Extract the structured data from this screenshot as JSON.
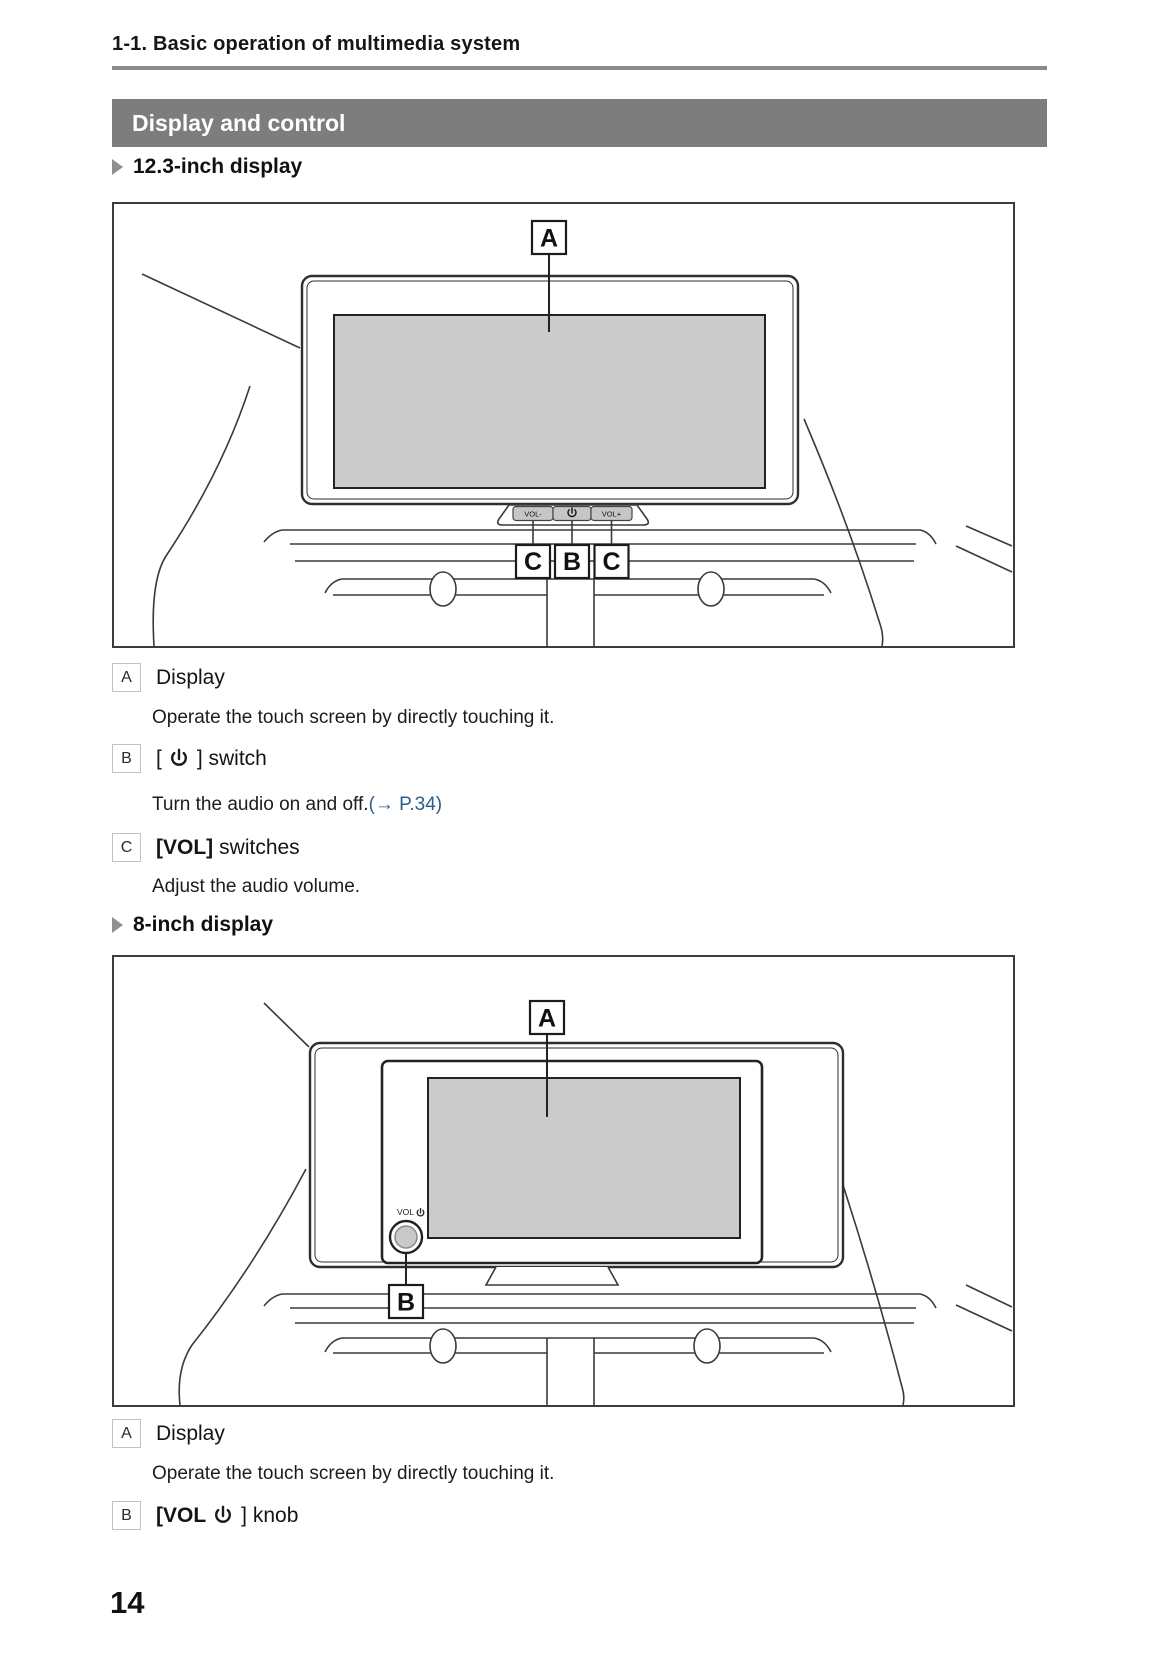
{
  "page": {
    "header": "1-1. Basic operation of multimedia system",
    "page_number": "14"
  },
  "banner": {
    "title": "Display and control"
  },
  "colors": {
    "banner_gray": "#7d7d7d",
    "link_blue": "#2b5e8c",
    "screen_gray": "#cbcbcb"
  },
  "section12": {
    "heading": "12.3-inch display",
    "figure": {
      "callout_top": "A",
      "callout_left": "C",
      "callout_center": "B",
      "callout_right": "C",
      "btn_vol_minus": "VOL-",
      "btn_vol_plus": "VOL+"
    },
    "item_a": {
      "label": "A",
      "title": "Display",
      "desc": "Operate the touch screen by directly touching it."
    },
    "item_b": {
      "label": "B",
      "bracket_open": "[",
      "bracket_close_text": "] switch",
      "desc": "Turn the audio on and off.",
      "link": "(→ P.34)"
    },
    "item_c": {
      "label": "C",
      "title_bold": "[VOL]",
      "title_rest": "switches",
      "desc": "Adjust the audio volume."
    }
  },
  "section8": {
    "heading": "8-inch display",
    "figure": {
      "callout_top": "A",
      "callout_knob": "B",
      "knob_label": "VOL"
    },
    "item_a": {
      "label": "A",
      "title": "Display",
      "desc": "Operate the touch screen by directly touching it."
    },
    "item_b": {
      "label": "B",
      "title_bold": "[VOL",
      "bracket_close_text": "] knob"
    }
  }
}
